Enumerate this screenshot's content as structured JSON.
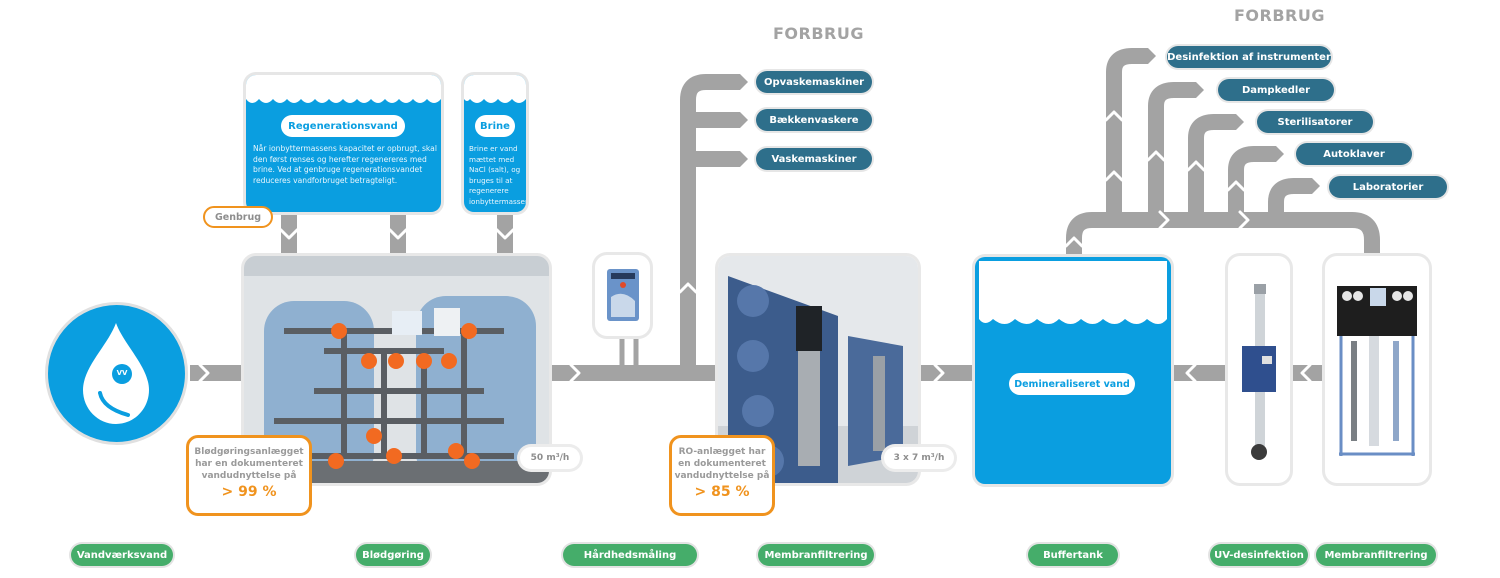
{
  "colors": {
    "water_blue": "#0a9ee0",
    "pipe_gray": "#a3a3a3",
    "consumer_teal": "#2e6f8b",
    "step_green": "#45ad6a",
    "highlight_orange": "#f0931e",
    "label_gray": "#9a9a9a"
  },
  "headings": {
    "forbrug_1": "FORBRUG",
    "forbrug_2": "FORBRUG"
  },
  "source": {
    "icon": "water-drop-icon",
    "badge": "VV"
  },
  "info_boxes": {
    "regeneration": {
      "title": "Regenerationsvand",
      "text": "Når ionbyttermassens kapacitet er opbrugt, skal den først renses og herefter regenereres med brine. Ved at genbruge regenerationsvandet reduceres vandforbruget betragteligt."
    },
    "brine": {
      "title": "Brine",
      "text": "Brine er vand mættet med NaCl (salt), og bruges til at regenerere ionbyttermassen."
    }
  },
  "genbrug_label": "Genbrug",
  "softening": {
    "rate": "50 m³/h",
    "callout_text": "Blødgøringsanlægget har en dokumenteret vandudnyttelse på",
    "callout_pct": "> 99 %",
    "utilization_pct": 99
  },
  "ro_plant": {
    "rate": "3 x 7 m³/h",
    "callout_text": "RO-anlægget har en dokumenteret vandudnyttelse på",
    "callout_pct": "> 85 %",
    "utilization_pct": 85
  },
  "buffer_tank": {
    "label": "Demineraliseret vand"
  },
  "consumers_1": [
    "Opvaskemaskiner",
    "Bækkenvaskere",
    "Vaskemaskiner"
  ],
  "consumers_2": [
    "Desinfektion af instrumenter",
    "Dampkedler",
    "Sterilisatorer",
    "Autoklaver",
    "Laboratorier"
  ],
  "steps": [
    "Vandværksvand",
    "Blødgøring",
    "Hårdhedsmåling",
    "Membranfiltrering",
    "Buffertank",
    "UV-desinfektion",
    "Membranfiltrering"
  ]
}
